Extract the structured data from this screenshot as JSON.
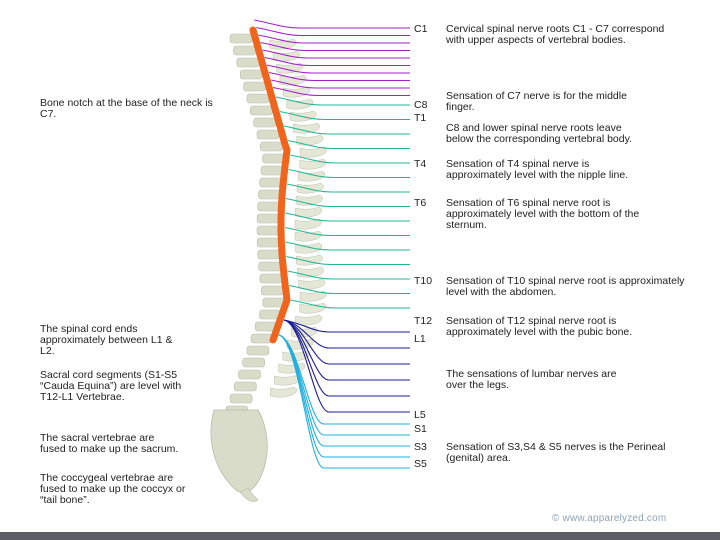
{
  "colors": {
    "cervical": "#a020c8",
    "thoracic": "#20b890",
    "lumbar": "#1c1c9c",
    "sacral": "#20b0e0",
    "cord": "#f0641e",
    "bone": "#d8dcc8",
    "footer": "#5a5d66"
  },
  "left_notes": {
    "c7_notch": "Bone notch at the base of the neck is C7.",
    "cord_end": "The spinal cord ends approximately between L1 & L2.",
    "cauda": "Sacral cord segments (S1-S5 “Cauda Equina”) are level with T12-L1 Vertebrae.",
    "sacrum": "The sacral vertebrae are fused to make up the sacrum.",
    "coccyx": "The coccygeal vertebrae are fused to make up the coccyx or “tail bone”."
  },
  "labels": {
    "c1": "C1",
    "c8": "C8",
    "t1": "T1",
    "t4": "T4",
    "t6": "T6",
    "t10": "T10",
    "t12": "T12",
    "l1": "L1",
    "l5": "L5",
    "s1": "S1",
    "s3": "S3",
    "s5": "S5"
  },
  "descriptions": {
    "c1": "Cervical spinal nerve roots C1 - C7 correspond with upper aspects of vertebral bodies.",
    "c7": "Sensation of C7 nerve is for the middle finger.",
    "c8": "C8 and lower spinal nerve roots leave below the corresponding vertebral body.",
    "t4": "Sensation of T4 spinal nerve is approximately level with the nipple line.",
    "t6": "Sensation of T6 spinal nerve root is approximately level with the bottom of the sternum.",
    "t10": "Sensation of T10 spinal nerve root is approximately level with the abdomen.",
    "t12": "Sensation of T12 spinal nerve root is approximately level with the pubic bone.",
    "lumbar": "The sensations of lumbar nerves are over the legs.",
    "s3": "Sensation of S3,S4 & S5 nerves is the Perineal (genital) area."
  },
  "credit": "© www.apparelyzed.com"
}
